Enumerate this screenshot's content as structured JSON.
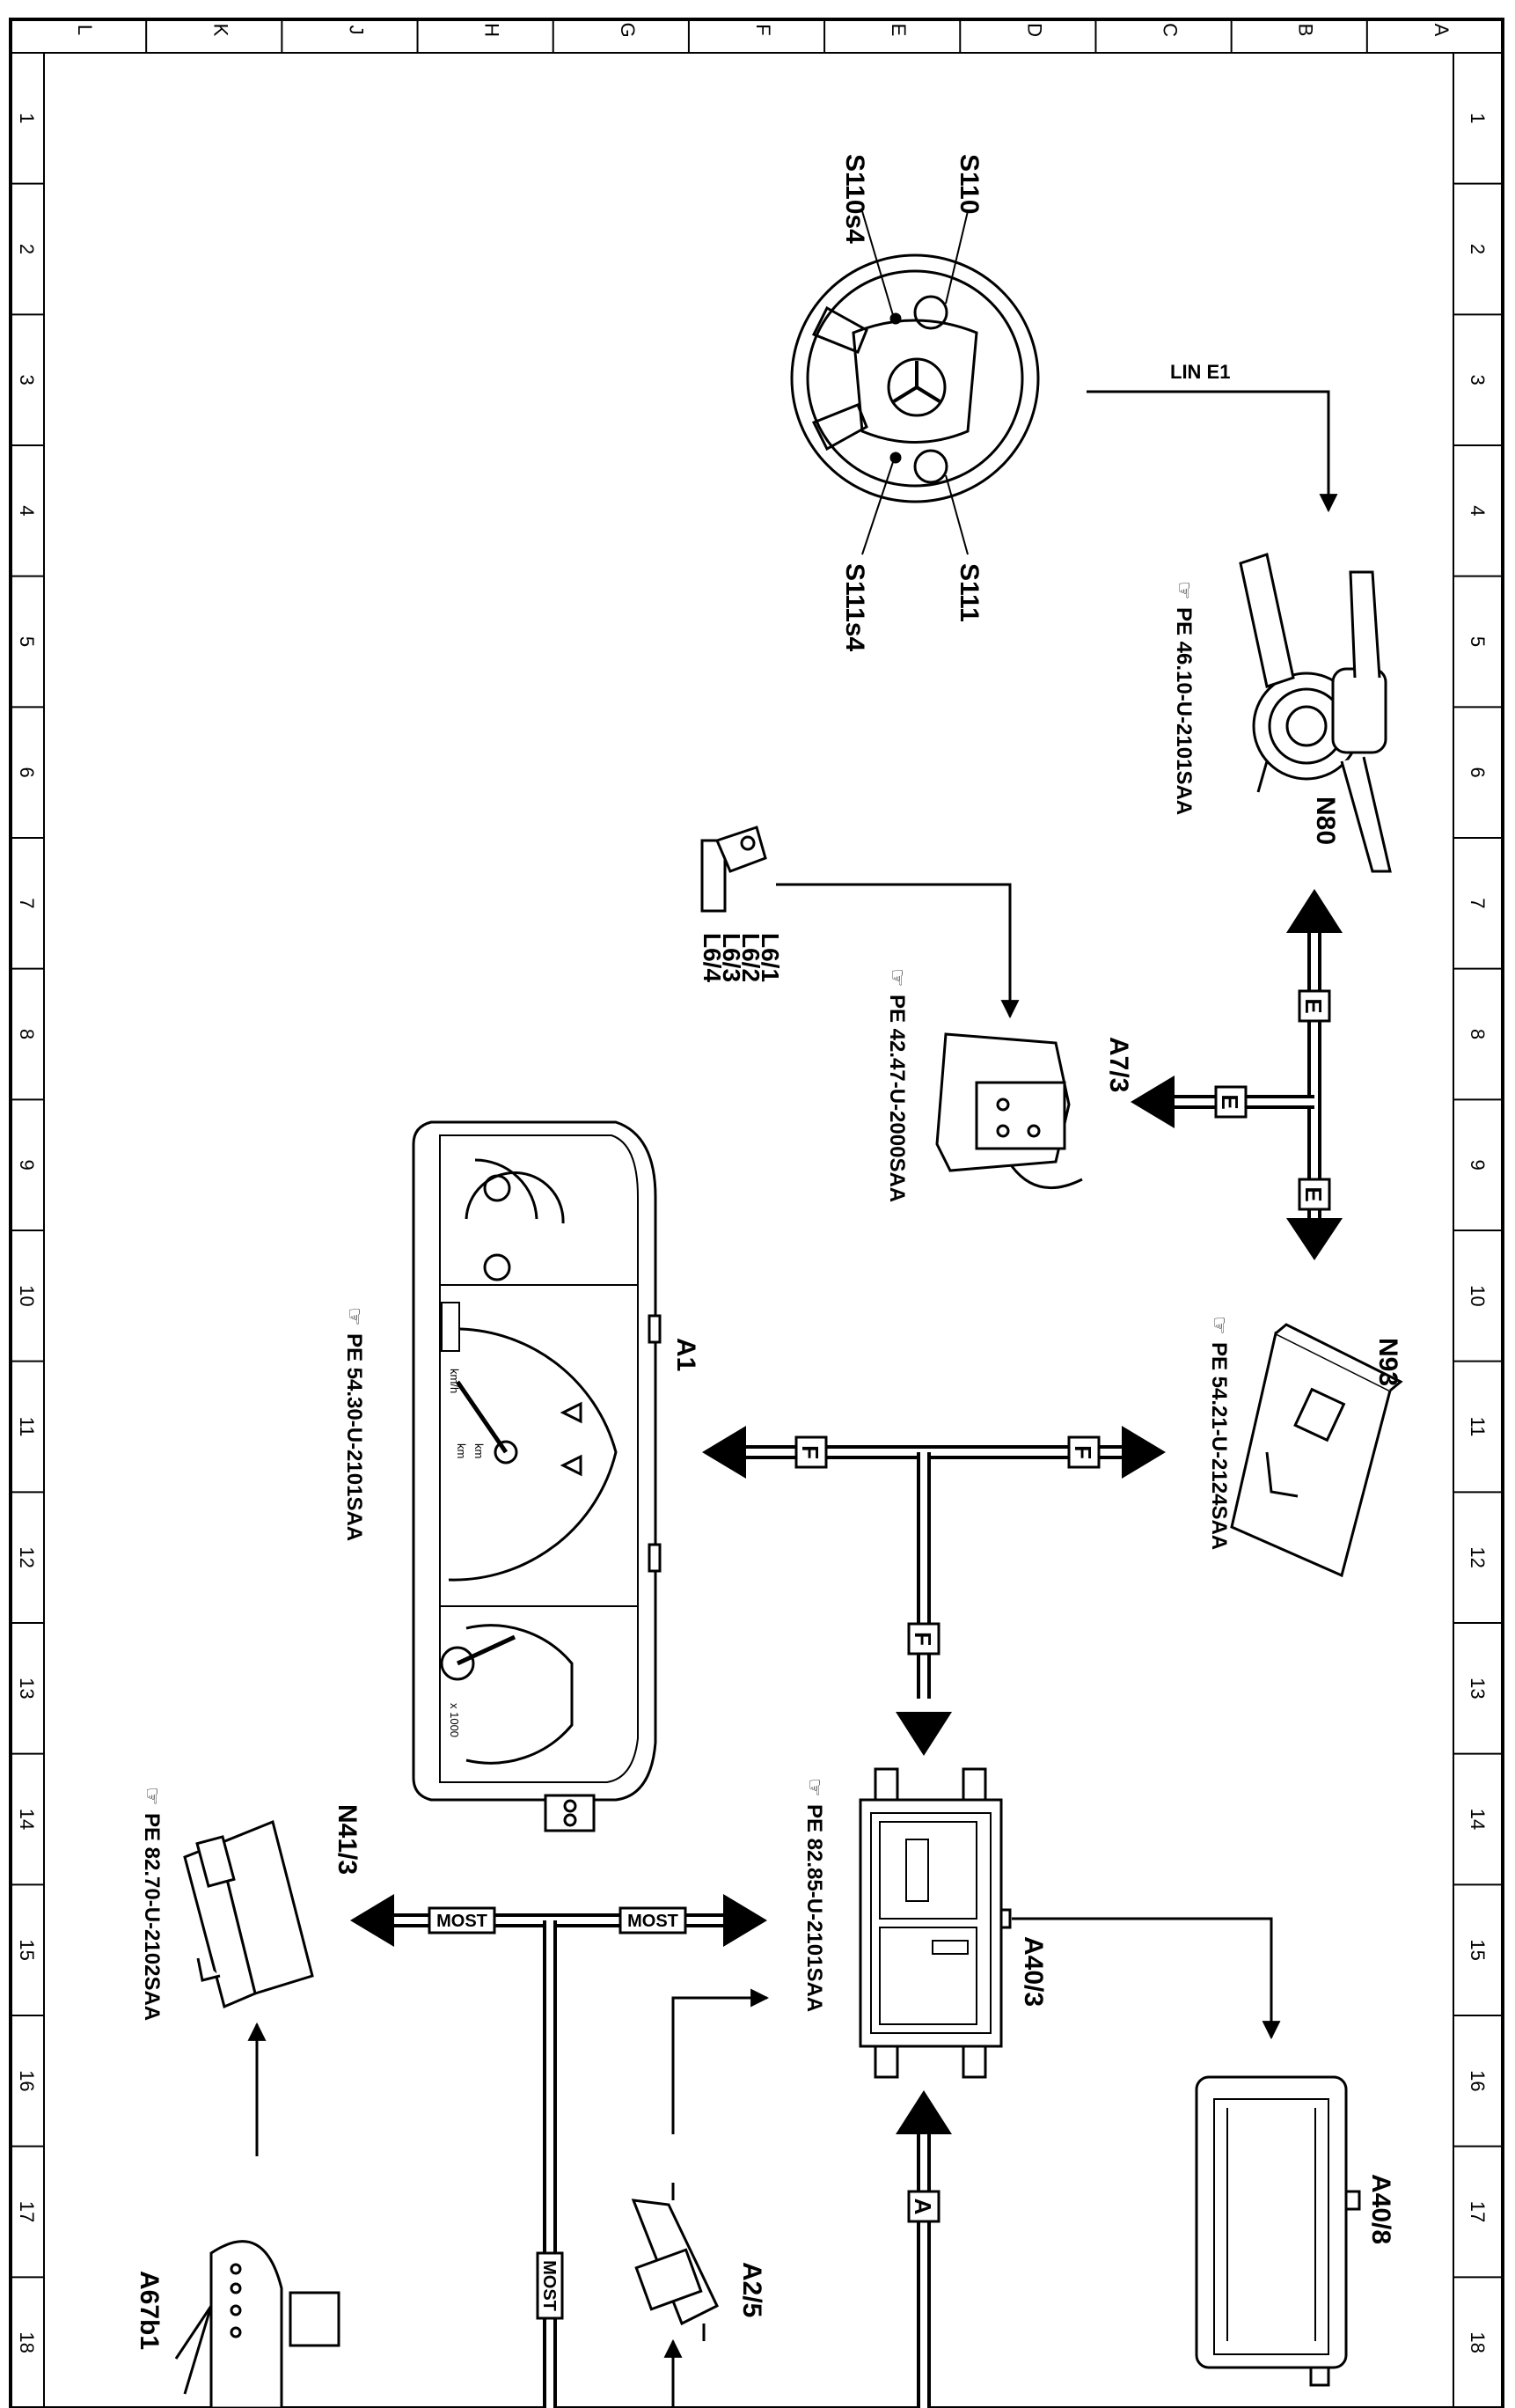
{
  "border": {
    "top_letters": [
      "L",
      "K",
      "J",
      "H",
      "G",
      "F",
      "E",
      "D",
      "C",
      "B",
      "A"
    ],
    "side_numbers": [
      "1",
      "2",
      "3",
      "4",
      "5",
      "6",
      "7",
      "8",
      "9",
      "10",
      "11",
      "12",
      "13",
      "14",
      "15",
      "16",
      "17",
      "18"
    ]
  },
  "bus_labels": {
    "lin": "LIN E1",
    "e": "E",
    "f": "F",
    "most": "MOST",
    "a": "A"
  },
  "components": {
    "s110": "S110",
    "s110s4": "S110s4",
    "s111": "S111",
    "s111s4": "S111s4",
    "n80": "N80",
    "n80_ref": "PE 46.10-U-2101SAA",
    "l6": [
      "L6/1",
      "L6/2",
      "L6/3",
      "L6/4"
    ],
    "a7_3": "A7/3",
    "a7_3_ref": "PE 42.47-U-2000SAA",
    "n93": "N93",
    "n93_ref": "PE 54.21-U-2124SAA",
    "a1": "A1",
    "a1_ref": "PE 54.30-U-2101SAA",
    "a40_3": "A40/3",
    "a40_3_ref": "PE 82.85-U-2101SAA",
    "a40_8": "A40/8",
    "n41_3": "N41/3",
    "n41_3_ref": "PE 82.70-U-2102SAA",
    "a2_5": "A2/5",
    "a67b1": "A67b1"
  },
  "cluster_marks": {
    "kmh": "km/h",
    "km1": "km",
    "km2": "km",
    "rpm": "x 1000"
  },
  "reference_icon": "pointing-hand-icon"
}
